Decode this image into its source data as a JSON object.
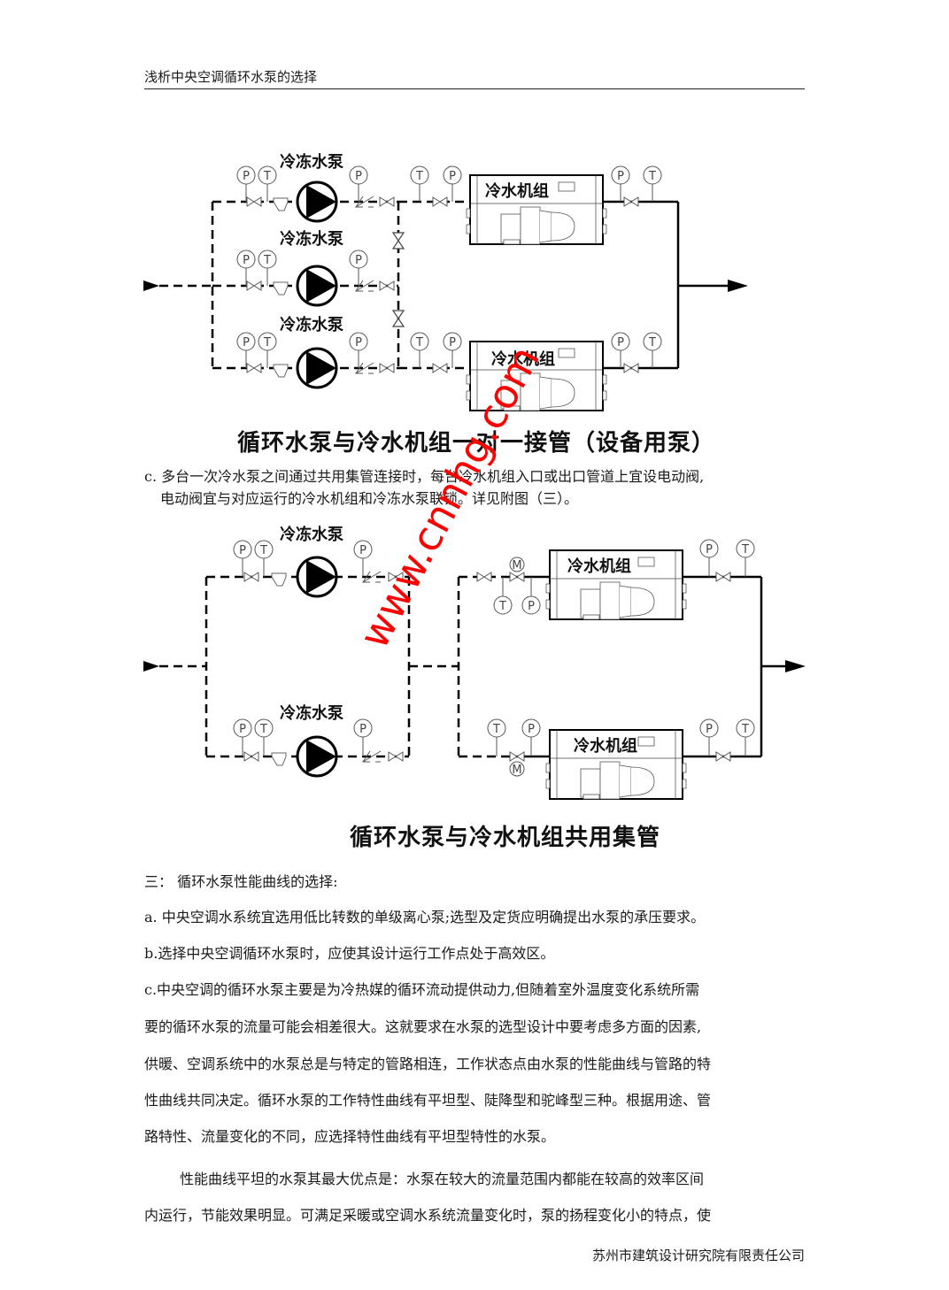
{
  "header": {
    "title": "浅析中央空调循环水泵的选择"
  },
  "diagram1": {
    "pump_label": "冷冻水泵",
    "chiller_label": "冷水机组",
    "gauge_p": "P",
    "gauge_t": "T",
    "caption": "循环水泵与冷水机组一对一接管（设备用泵）"
  },
  "text_c_section": {
    "line1": "c. 多台一次冷水泵之间通过共用集管连接时，每台冷水机组入口或出口管道上宜设电动阀,",
    "line2": "电动阀宜与对应运行的冷水机组和冷冻水泵联锁。详见附图（三）。"
  },
  "diagram2": {
    "pump_label": "冷冻水泵",
    "chiller_label": "冷水机组",
    "gauge_p": "P",
    "gauge_t": "T",
    "motor_valve": "M",
    "caption": "循环水泵与冷水机组共用集管"
  },
  "section3": {
    "heading": "三：  循环水泵性能曲线的选择:",
    "a": "a.  中央空调水系统宜选用低比转数的单级离心泵;选型及定货应明确提出水泵的承压要求。",
    "b": "b.选择中央空调循环水泵时，应使其设计运行工作点处于高效区。",
    "c_lines": [
      "c.中央空调的循环水泵主要是为冷热媒的循环流动提供动力,但随着室外温度变化系统所需",
      "要的循环水泵的流量可能会相差很大。这就要求在水泵的选型设计中要考虑多方面的因素,",
      "供暖、空调系统中的水泵总是与特定的管路相连，工作状态点由水泵的性能曲线与管路的特",
      "性曲线共同决定。循环水泵的工作特性曲线有平坦型、陡降型和驼峰型三种。根据用途、管",
      "路特性、流量变化的不同，应选择特性曲线有平坦型特性的水泵。"
    ],
    "p_lines": [
      "性能曲线平坦的水泵其最大优点是：水泵在较大的流量范围内都能在较高的效率区间",
      "内运行，节能效果明显。可满足采暖或空调水系统流量变化时，泵的扬程变化小的特点，使"
    ]
  },
  "footer": {
    "company": "苏州市建筑设计研究院有限责任公司"
  },
  "watermark": {
    "text": "www.cnnhg.com"
  }
}
